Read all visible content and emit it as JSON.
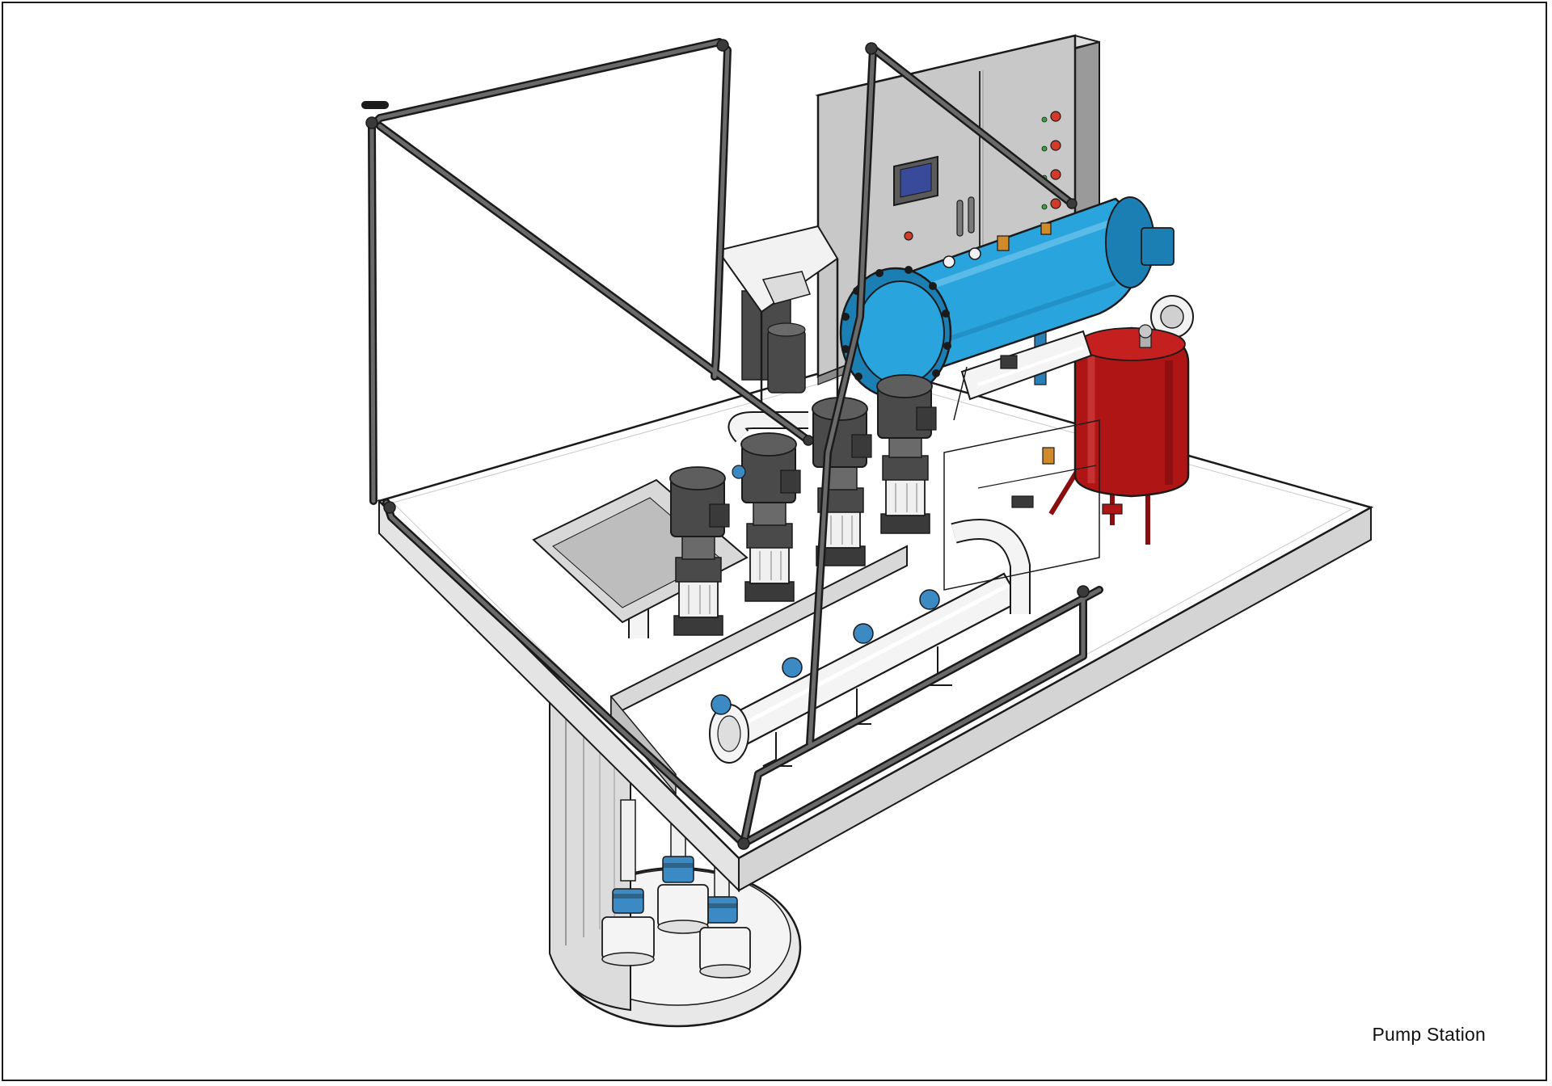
{
  "caption": "Pump Station",
  "colors": {
    "outline": "#1a1a1a",
    "platform_top": "#ffffff",
    "platform_side": "#e4e4e4",
    "cabinet": "#c8c8c8",
    "cabinet_dark": "#9a9a9a",
    "filter_blue": "#2aa4dc",
    "filter_blue_dark": "#1c7fb4",
    "tank_red": "#b01515",
    "tank_red_dark": "#6e0a0a",
    "pump_motor": "#4a4a4a",
    "pump_body": "#e9e9e9",
    "railing": "#3a3a3a",
    "indicator_red": "#d23a2a",
    "indicator_green": "#3aa23a",
    "valve_blue": "#3b8ac4"
  },
  "components": {
    "control_cabinet": "control-cabinet",
    "filter_vessel": "filter-vessel",
    "expansion_tank": "expansion-tank",
    "pump_count": 4,
    "submersible_count": 3
  }
}
